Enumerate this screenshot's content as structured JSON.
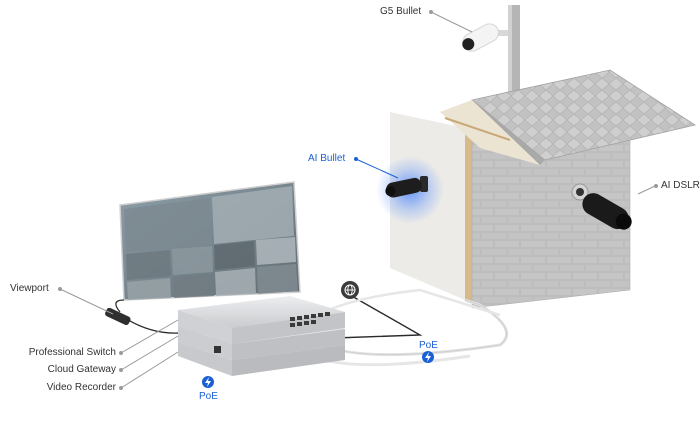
{
  "labels": {
    "g5_bullet": "G5 Bullet",
    "ai_bullet": "AI Bullet",
    "ai_dslr": "AI DSLR",
    "viewport": "Viewport",
    "professional_switch": "Professional Switch",
    "cloud_gateway": "Cloud Gateway",
    "video_recorder": "Video Recorder",
    "poe_left": "PoE",
    "poe_right": "PoE"
  },
  "icons": {
    "internet": "globe-icon",
    "poe": "lightning-bolt-icon"
  },
  "colors": {
    "accent_blue": "#1a5fd6",
    "glow_blue": "#3a7bff",
    "label_text": "#333333",
    "wall_brick": "#b7b7b7",
    "roof_tile": "#c9c9c9",
    "device_silver": "#d9dadc",
    "cable_dark": "#2b2b2b",
    "cable_light": "#e6e6e6"
  }
}
